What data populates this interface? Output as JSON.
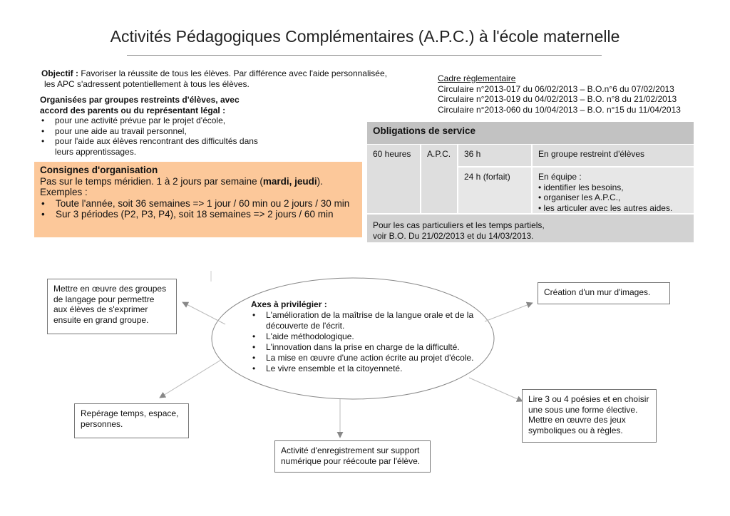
{
  "title": "Activités Pédagogiques Complémentaires (A.P.C.) à l'école maternelle",
  "objective": {
    "label": "Objectif :",
    "line1": " Favoriser la réussite de tous les élèves. Par différence avec l'aide personnalisée,",
    "line2": "les APC s'adressent potentiellement à tous les élèves."
  },
  "organisation": {
    "heading1": "Organisées par groupes restreints d'élèves, avec",
    "heading2": "accord des parents ou du représentant légal :",
    "items": [
      "pour une activité prévue par le projet d'école,",
      "pour une aide au travail personnel,",
      "pour l'aide aux élèves rencontrant des difficultés dans"
    ],
    "item3_cont": "leurs apprentissages."
  },
  "cadre": {
    "heading": "Cadre règlementaire",
    "lines": [
      "Circulaire n°2013-017 du 06/02/2013 – B.O.n°6 du 07/02/2013",
      "Circulaire n°2013-019 du 04/02/2013 – B.O. n°8 du 21/02/2013",
      "Circulaire n°2013-060 du 10/04/2013 – B.O. n°15 du 11/04/2013"
    ]
  },
  "consignes": {
    "heading": "Consignes d'organisation",
    "line1_a": "Pas sur le temps méridien. 1 à 2 jours par semaine (",
    "line1_bold": "mardi, jeudi",
    "line1_b": ").",
    "examples": "Exemples :",
    "items": [
      "Toute l'année, soit 36 semaines => 1 jour / 60 min ou 2 jours / 30 min",
      "Sur 3 périodes (P2, P3, P4), soit 18 semaines => 2 jours / 60 min"
    ]
  },
  "obligations": {
    "header": "Obligations de service",
    "hours": "60 heures",
    "apc": "A.P.C.",
    "row1": {
      "hours": "36 h",
      "desc": "En groupe restreint d'élèves"
    },
    "row2": {
      "hours": "24 h (forfait)",
      "desc": "En équipe :",
      "items": [
        "• identifier les besoins,",
        "• organiser les A.P.C.,",
        "• les articuler avec les autres aides."
      ]
    },
    "footer1": "Pour les cas particuliers et les temps partiels,",
    "footer2": "voir B.O. Du 21/02/2013 et du 14/03/2013."
  },
  "axes": {
    "heading": "Axes à privilégier :",
    "items": [
      "L'amélioration de la maîtrise de la langue orale et de la découverte de l'écrit.",
      "L'aide méthodologique.",
      "L'innovation dans la prise en charge de la difficulté.",
      "La mise en œuvre d'une action écrite au projet d'école.",
      "Le vivre ensemble et la citoyenneté."
    ]
  },
  "boxes": {
    "groupes": [
      "Mettre en œuvre des groupes",
      "de langage pour permettre",
      "aux élèves de s'exprimer",
      "ensuite en grand groupe."
    ],
    "mur": [
      "Création d'un mur d'images."
    ],
    "reperage": [
      "Repérage temps, espace,",
      "personnes."
    ],
    "poesies": [
      "Lire 3 ou 4 poésies et en choisir",
      "une sous une forme élective.",
      "Mettre en œuvre des jeux",
      "symboliques ou à règles."
    ],
    "enregistrement": [
      "Activité d'enregistrement sur support",
      "numérique pour réécoute par l'élève."
    ]
  }
}
